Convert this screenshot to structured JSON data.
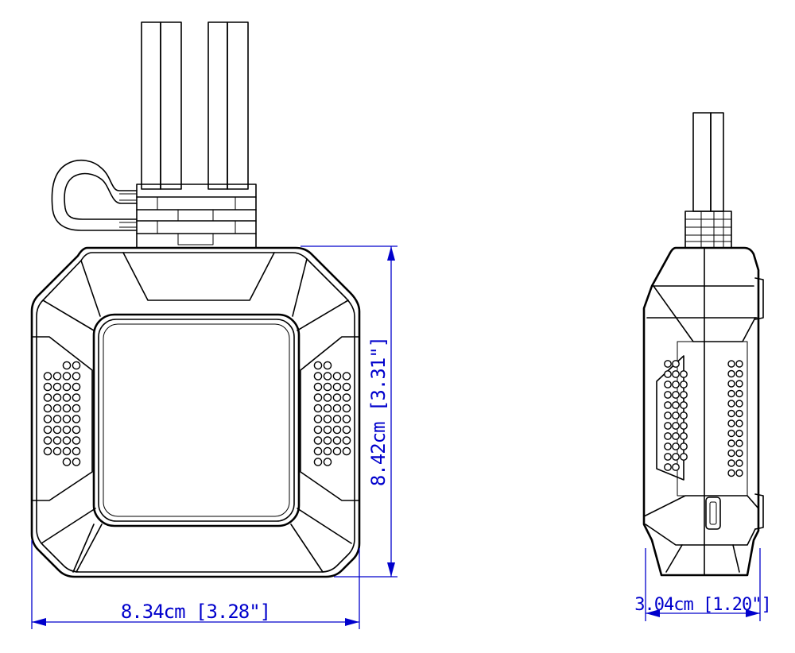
{
  "dimensions": {
    "front_width": "8.34cm [3.28\"]",
    "front_height": "8.42cm [3.31\"]",
    "side_depth": "3.04cm [1.20\"]"
  },
  "colors": {
    "line": "#000000",
    "dimension": "#0000cc",
    "background": "#ffffff"
  }
}
